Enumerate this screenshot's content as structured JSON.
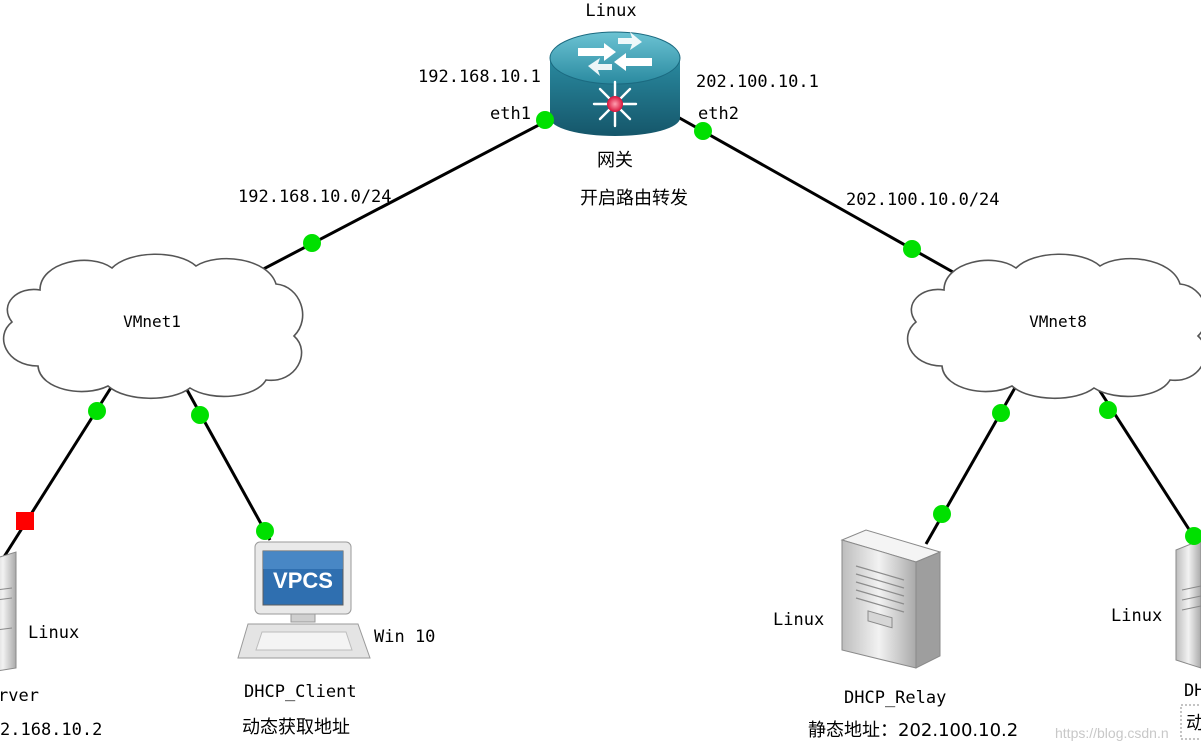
{
  "gateway": {
    "os_label": "Linux",
    "name": "网关",
    "note": "开启路由转发",
    "eth1": {
      "name": "eth1",
      "ip": "192.168.10.1"
    },
    "eth2": {
      "name": "eth2",
      "ip": "202.100.10.1"
    },
    "icon": "router-icon"
  },
  "subnets": {
    "left": "192.168.10.0/24",
    "right": "202.100.10.0/24"
  },
  "clouds": {
    "vmnet1": "VMnet1",
    "vmnet8": "VMnet8"
  },
  "nodes": {
    "dhcp_server": {
      "os_label": "Linux",
      "name": "rver",
      "ip": "2.168.10.2",
      "icon": "server-icon"
    },
    "dhcp_client": {
      "os_label": "Win 10",
      "name": "DHCP_Client",
      "note": "动态获取地址",
      "screen_text": "VPCS",
      "icon": "vpcs-pc-icon"
    },
    "dhcp_relay": {
      "os_label": "Linux",
      "name": "DHCP_Relay",
      "note": "静态地址：202.100.10.2",
      "icon": "server-icon"
    },
    "right_host": {
      "os_label": "Linux",
      "name": "DH",
      "note": "动",
      "icon": "server-icon"
    }
  },
  "watermark": "https://blog.csdn.n",
  "colors": {
    "link_up": "#00e000",
    "link_down": "#ff0000",
    "router_body": "#2e8fa3",
    "cloud_stroke": "#555555"
  }
}
